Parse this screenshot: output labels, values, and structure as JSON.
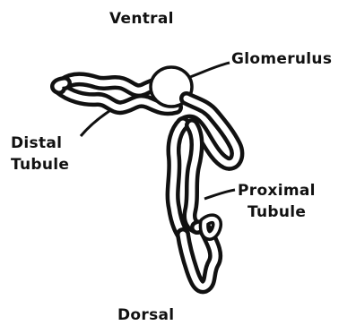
{
  "labels": {
    "ventral": "Ventral",
    "glomerulus": "Glomerulus",
    "distal_line1": "Distal",
    "distal_line2": "Tubule",
    "proximal_line1": "Proximal",
    "proximal_line2": "Tubule",
    "dorsal": "Dorsal"
  },
  "colors": {
    "ink": "#111111",
    "background": "#ffffff"
  }
}
